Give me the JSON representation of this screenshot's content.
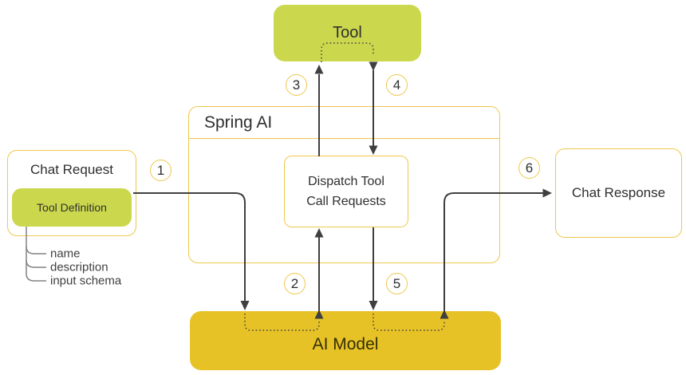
{
  "theme": {
    "lime": "#cbd84d",
    "gold": "#e7c227",
    "yellow_border": "#eec84d",
    "arrow": "#3f3f3f",
    "tree_line": "#828282"
  },
  "nodes": {
    "tool": {
      "label": "Tool"
    },
    "spring_ai": {
      "label": "Spring AI"
    },
    "dispatch": {
      "line1": "Dispatch Tool",
      "line2": "Call Requests"
    },
    "chat_request": {
      "label": "Chat Request"
    },
    "tool_definition": {
      "label": "Tool Definition"
    },
    "chat_response": {
      "label": "Chat Response"
    },
    "ai_model": {
      "label": "AI Model"
    }
  },
  "properties": [
    "name",
    "description",
    "input schema"
  ],
  "steps": [
    {
      "label": "1"
    },
    {
      "label": "2"
    },
    {
      "label": "3"
    },
    {
      "label": "4"
    },
    {
      "label": "5"
    },
    {
      "label": "6"
    }
  ]
}
